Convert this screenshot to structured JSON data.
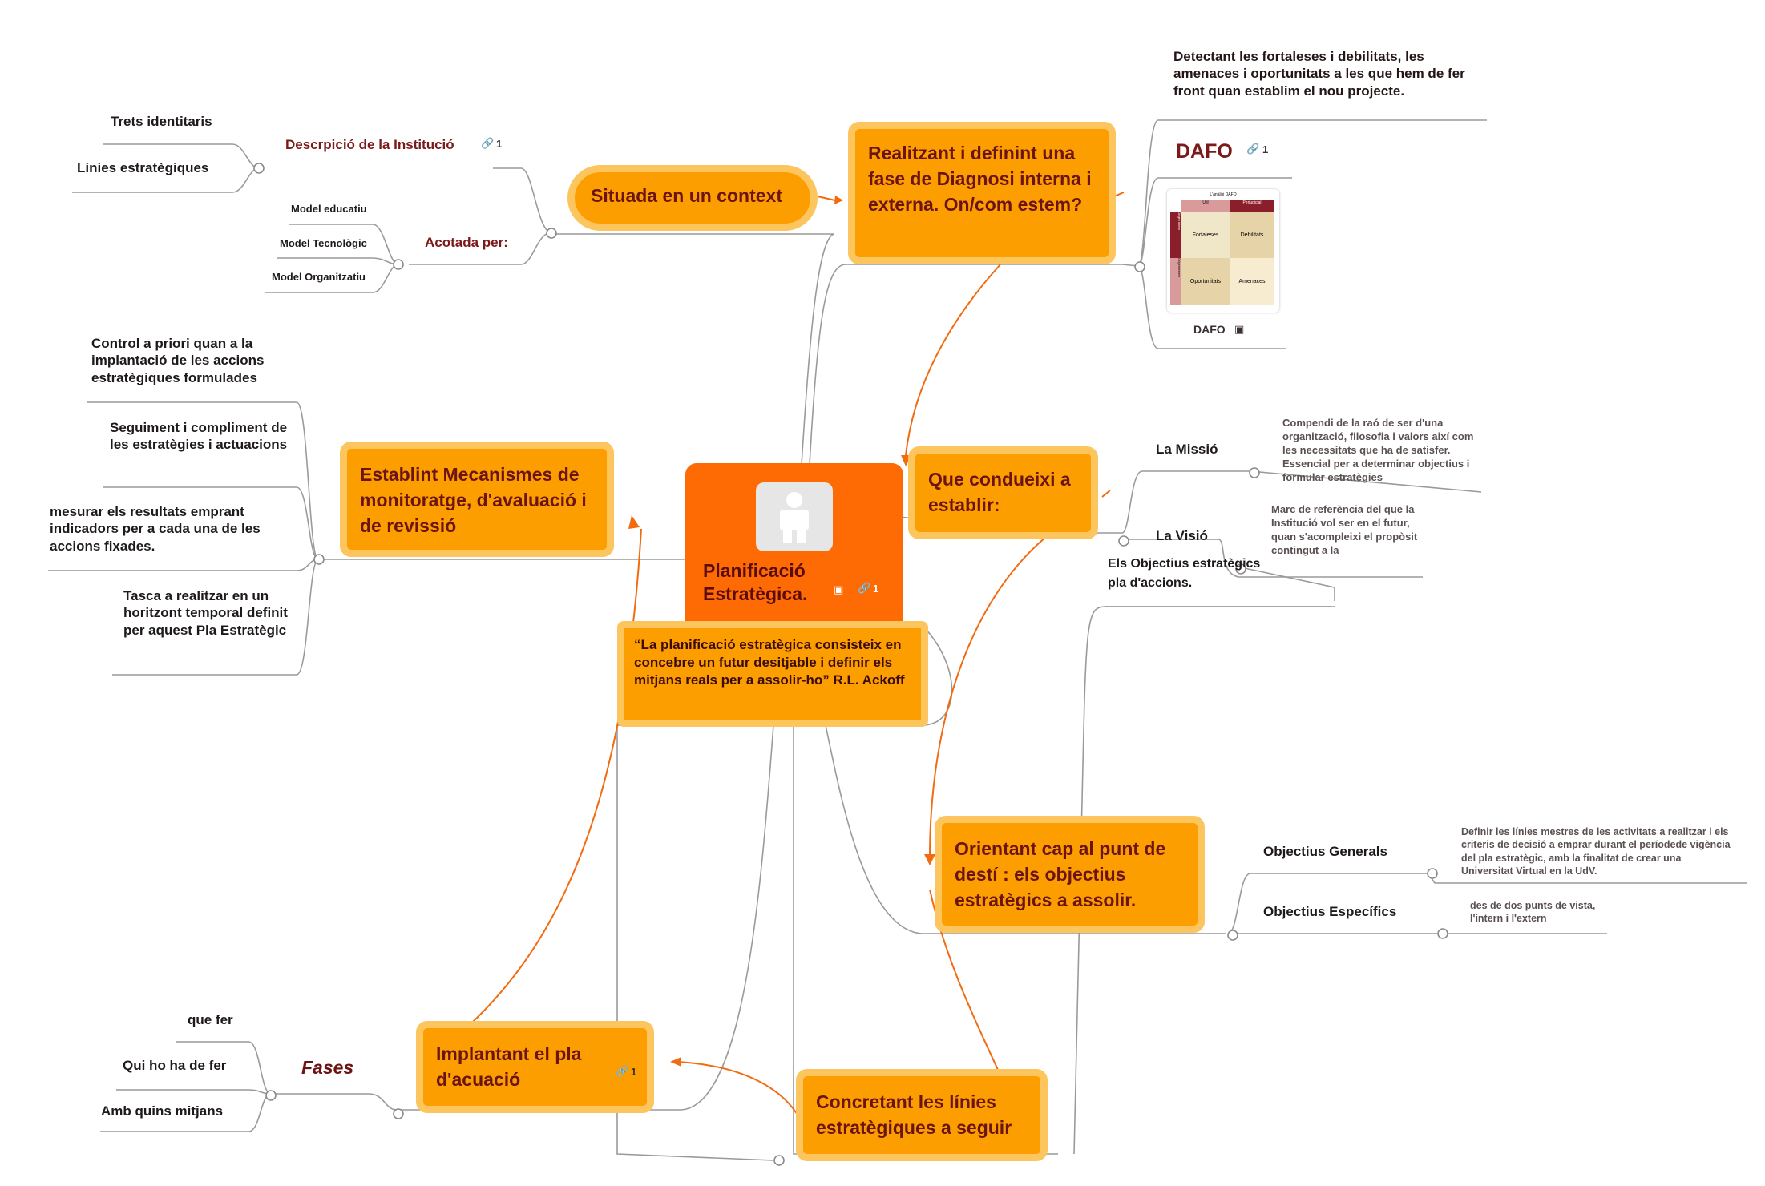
{
  "center": {
    "title": "Planificació Estratègica.",
    "link_count": "1"
  },
  "quote": "“La planificació estratègica consisteix en concebre un futur desitjable i definir els mitjans reals  per a assolir-ho” R.L. Ackoff",
  "context": {
    "label": "Situada en un context",
    "descripcio": "Descrpició de la Institució",
    "descripcio_links": "1",
    "trets": "Trets identitaris",
    "linies": "Línies estratègiques",
    "acotada": "Acotada per:",
    "models": [
      "Model educatiu",
      "Model Tecnològic",
      "Model Organitzatiu"
    ]
  },
  "diagnosi": {
    "label": "Realitzant i definint una fase de Diagnosi interna i externa. On/com estem?",
    "detectant": "Detectant les fortaleses i debilitats, les amenaces i oportunitats a les que hem de fer front quan establim el nou projecte.",
    "dafo_title": "DAFO",
    "dafo_links": "1",
    "dafo_caption": "DAFO",
    "dafo_img": {
      "header": "L'anàlisi DAFO",
      "col1": "Útil",
      "col2": "Perjudicial",
      "row1": "Origen intern",
      "row2": "Origen extern",
      "cells": [
        "Fortaleses",
        "Debilitats",
        "Oportunitats",
        "Amenaces"
      ]
    }
  },
  "condueixi": {
    "label": "Que condueixi a establir:",
    "missio": "La Missió",
    "missio_desc": "Compendi de la raó de ser d'una organització, filosofia i valors així com les necessitats que ha de satisfer. Essencial per a determinar objectius i formular estratègies",
    "visio": "La Visió",
    "visio_desc": "Marc de referència del que la Institució  vol ser en el futur, quan s'acompleixi el propòsit contingut a la",
    "overlap_line1": "Els Objectius estratègics",
    "overlap_line2": "pla d'accions."
  },
  "monitoratge": {
    "label": "Establint Mecanismes de monitoratge, d'avaluació i  de revissió",
    "items": [
      "Control a priori quan a la implantació de les accions estratègiques formulades",
      "Seguiment i compliment de les estratègies i actuacions",
      "mesurar els resultats emprant indicadors per a cada una de les accions fixades.",
      "Tasca a realitzar en un horitzont temporal definit per aquest Pla Estratègic"
    ]
  },
  "objectius": {
    "label": "Orientant cap al punt de destí :  els objectius estratègics a assolir.",
    "generals": "Objectius Generals",
    "generals_desc": "Definir les línies mestres de les activitats a realitzar i els criteris de decisió a emprar durant el períodede vigència del pla estratègic, amb la finalitat de crear una Universitat Virtual en la UdV.",
    "especifics": "Objectius Específics",
    "especifics_desc": "des de dos punts de vista, l'intern i l'extern"
  },
  "implantant": {
    "label": "Implantant el pla d'acuació",
    "links": "1",
    "fases": "Fases",
    "items": [
      "que fer",
      "Qui ho ha de fer",
      "Amb quins mitjans"
    ]
  },
  "concretant": {
    "label": "Concretant les línies estratègiques a seguir"
  },
  "colors": {
    "node_fill": "#fd9e00",
    "node_border": "#fdc55e",
    "center": "#fe6a04",
    "connector": "#f26b10",
    "line": "#9a9a9a"
  }
}
